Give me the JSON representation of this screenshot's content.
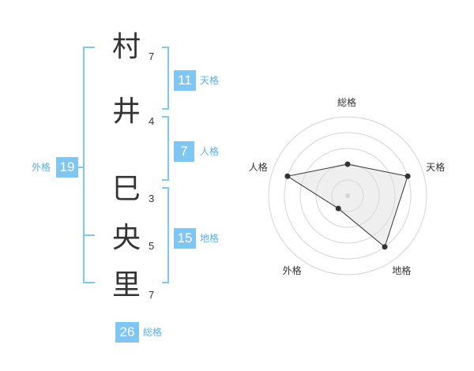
{
  "name_chars": [
    {
      "char": "村",
      "strokes": "7"
    },
    {
      "char": "井",
      "strokes": "4"
    },
    {
      "char": "巳",
      "strokes": "3"
    },
    {
      "char": "央",
      "strokes": "5"
    },
    {
      "char": "里",
      "strokes": "7"
    }
  ],
  "grades": {
    "tenkaku": {
      "value": "11",
      "label": "天格"
    },
    "jinkaku": {
      "value": "7",
      "label": "人格"
    },
    "chikaku": {
      "value": "15",
      "label": "地格"
    },
    "gaikaku": {
      "value": "19",
      "label": "外格"
    },
    "soukaku": {
      "value": "26",
      "label": "総格"
    }
  },
  "colors": {
    "accent": "#7fc6f2",
    "accent_text": "#5aaee6",
    "text": "#333333"
  },
  "chart_data": {
    "type": "radar",
    "axes": [
      "総格",
      "天格",
      "地格",
      "外格",
      "人格"
    ],
    "values": [
      2,
      4,
      4,
      1,
      4
    ],
    "rmax": 5,
    "rings": 5
  }
}
